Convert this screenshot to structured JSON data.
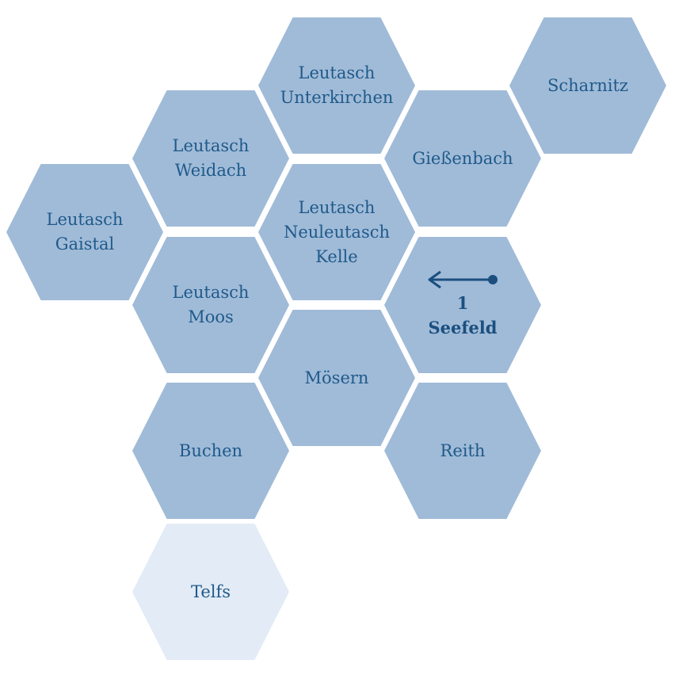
{
  "colors": {
    "tile": "#a0bbd8",
    "tile_light": "#e3ebf6",
    "text": "#1f5a8a",
    "text_bold": "#1b4f7f"
  },
  "tiles": [
    {
      "id": "leutasch-unterkirchen",
      "label": "Leutasch\nUnterkirchen",
      "style": "normal"
    },
    {
      "id": "scharnitz",
      "label": "Scharnitz",
      "style": "normal"
    },
    {
      "id": "leutasch-weidach",
      "label": "Leutasch\nWeidach",
      "style": "normal"
    },
    {
      "id": "giessenbach",
      "label": "Gießenbach",
      "style": "normal"
    },
    {
      "id": "leutasch-gaistal",
      "label": "Leutasch\nGaistal",
      "style": "normal"
    },
    {
      "id": "leutasch-neuleutasch-kelle",
      "label": "Leutasch\nNeuleutasch\nKelle",
      "style": "normal"
    },
    {
      "id": "leutasch-moos",
      "label": "Leutasch\nMoos",
      "style": "normal"
    },
    {
      "id": "seefeld",
      "number": "1",
      "label": "Seefeld",
      "style": "current",
      "icon": "arrow-left-icon"
    },
    {
      "id": "moesern",
      "label": "Mösern",
      "style": "normal"
    },
    {
      "id": "buchen",
      "label": "Buchen",
      "style": "normal"
    },
    {
      "id": "reith",
      "label": "Reith",
      "style": "normal"
    },
    {
      "id": "telfs",
      "label": "Telfs",
      "style": "light"
    }
  ]
}
